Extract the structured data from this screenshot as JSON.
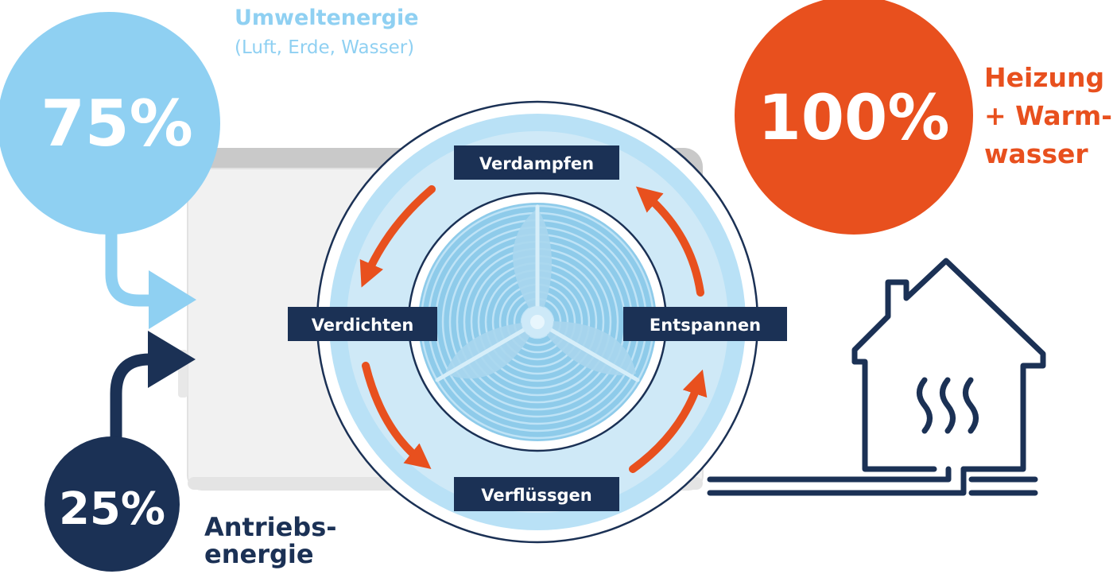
{
  "environment": {
    "percent": "75%",
    "label": "Umweltenergie",
    "sublabel": "(Luft, Erde, Wasser)"
  },
  "drive": {
    "percent": "25%",
    "label_line1": "Antriebs-",
    "label_line2": "energie"
  },
  "output": {
    "percent": "100%",
    "label_line1": "Heizung",
    "label_line2": "+ Warm-",
    "label_line3": "wasser"
  },
  "cycle": {
    "top": "Verdampfen",
    "left": "Verdichten",
    "right": "Entspannen",
    "bottom": "Verflüssgen"
  },
  "colors": {
    "light_blue": "#8fd0f2",
    "navy": "#1b3155",
    "orange": "#e8501e",
    "pale_blue": "#cfe9f7",
    "housing_gray": "#c7c7c7"
  },
  "icons": [
    "fan-icon",
    "house-icon",
    "heat-waves-icon"
  ]
}
